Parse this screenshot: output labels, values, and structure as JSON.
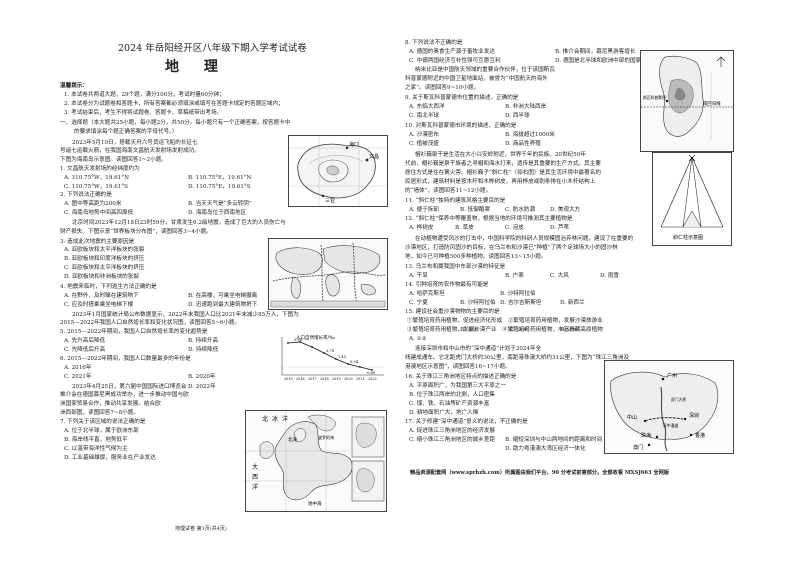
{
  "title": "2024 年岳阳经开区八年级下期入学考试试卷",
  "subject": "地 理",
  "left_lines": [
    "温馨提示：",
    "1. 本试卷共两道大题，29个题，满分100分，考试时量60分钟；",
    "2. 本试卷分为试题卷和答题卡，所有答案都必须填涂或填写在答题卡规定的答题区域内；",
    "3. 考试结束后，考生不得将试题卷、答题卡、草稿纸带出考场。",
    "一、选择题（本大题共25小题，每小题2分，共50分。每小题只有一个正确答案，按答题卡中",
    "的要求填涂每个题正确答案的字母代号。）",
    "2023年5月10日，搭载天舟六号货运飞船的长征七",
    "号遥七运载火箭，在我国海南文昌航天发射场发射成功。",
    "下图为海南岛示意图。读图回答1~2小题。",
    "1. 文昌航天发射场的经纬度约为",
    "A. 110.75°W，19.61°N",
    "C. 110.75°W，19.61°S",
    "2. 下列说法正确的是",
    "A. 图中等高距为200米",
    "C. 海南岛地势中间高四周低",
    "北京时间2023年12月18日23时59分，甘肃发生6.2级地震，造成了巨大的人员伤亡与",
    "财产损失。下图示意“世界板块分布图”，读图回答3~4小题。",
    "3. 造成此次地震的主要原因是",
    "A. 亚欧板块和太平洋板块的张裂",
    "B. 亚欧板块和印度洋板块的挤压",
    "C. 亚欧板块和太平洋板块的挤压",
    "D. 亚欧板块和非洲板块的张裂",
    "4. 地震来临时，下列逃生方法正确的是",
    "A. 在野外，及时躲在建筑物下",
    "C. 应及时搭乘乘坐电梯下楼",
    "2023年1月国家统计局公布数据显示，2022年末我国人口比2021年末减少85万人，下图为",
    "2015—2022年我国人口自然增长率和变化状况图，读图回答5~6小题。",
    "5. 2015—2022年期间，我国人口自然增长率的变化趋势是",
    "A. 先升高后降低",
    "C. 先降低后升高",
    "6. 2015—2022年期间，我国人口数量最多的年份是",
    "A. 2016年",
    "C. 2021年",
    "2023年4月25日，第六届中国国际进口博览会",
    "推介会在德国慕尼黑成功举办，进一步推动中国与欧",
    "洲国家贸易合作，推动共享发展。结合欧",
    "洲西部图，读图回答7~8小题。",
    "7. 下列关于该区域的说法正确的是",
    "A. 位于北半球，属于欧洲东部",
    "B. 海岸线平直，地势低平",
    "C. 以温带海洋性气候为主",
    "D. 工业基础雄厚，服务业在产业发达"
  ],
  "left_options_right": [
    "B. 110.75°E，19.61°N",
    "D. 110.75°E，19.61°S",
    "B. 当天天气是“多云转阴”",
    "D. 海南岛位于西南地区",
    "B. 在高楼，可乘坐电梯撤离",
    "D. 迅速跑到最大建筑物坍下",
    "B. 持续升高",
    "D. 持续降低",
    "B. 2020年",
    "D. 2022年"
  ],
  "right_lines": [
    "8. 下列说法不正确的是",
    "A. 德国的奥食生产源于畜牧业发达",
    "C. 中德两国经济互补性强可互惠互利",
    "纳米比亚是中国航天领域的重要合作伙伴，位于该国斯瓦",
    "科普蒙德附近的中国卫星地面站，被誉为“中国航天的海外",
    "之家”。读图回答9~10小题。",
    "9. 关于斯瓦科普蒙德市位置的描述，正确的是",
    "A. 东临大西洋",
    "C. 南北半球",
    "10. 对斯瓦科普蒙德市环境的描述，正确的是",
    "A. 沙漠密布",
    "C. 植被茂盛",
    "帽衫巍泉干是生活在大小兴安岭附近，世界千年的民族。20世纪50年",
    "代前，帽衫巍是泉干族者之寻帽和海水打来，遗传是其重要的生产方式。其主要",
    "居住方式是住在篝火旁。帽衫巍子“斜仁柱”（如右图）是其生活环境中最著名的",
    "民居形式，建筑材料是按木杆和木桦树皮，再用桦皮或刺条排在小木杆结构上",
    "的“墙体”。读图回答11~12小题。",
    "11. “斜仁柱”独特的建筑风格主要目的是",
    "A. 便于拆卸",
    "12. “斜仁柱”保养中等覆盖物，根据当地的环境可推测其主要植物是",
    "A. 桦树皮",
    "在动植物遭受风沙的打击中，中国科学院的科研人员规模固治弃林问题，建设了在重要的",
    "沙漠地区，打造防风固沙的目标，在乌兰布和沙漠已“种植”了两个足球场大小的固沙林",
    "地，如今已可种植500多种植物。读图回答13~15小题。",
    "13. 乌兰布和属我国中东部沙漠的特征是",
    "A. 干旱",
    "14. 引种培育的农作物最有可能是",
    "A. 哈萨克斯坦",
    "C. 宁夏",
    "15. 建设社会重沙漠物物的主要目的是",
    "①繁殖培育药用植物，促进经济化形成　②繁殖培育药用植物，发展沙漠旅游业",
    "③繁殖培育药用植物，发展沙漠产业　④繁殖培育药用植物，丰富青藏高原植物",
    "A. ①②",
    "连接深圳市和中山市的“深中通道”计划于2024年全",
    "线建成通车。它北距虎门大桥约30公里，南距港珠澳大桥约31公里，下图为“珠江三角洲及",
    "港澳地区示意图”，读图回答16~17小题。",
    "16. 关于珠江三角洲地区特点的描述正确的是",
    "A. 平原面积广，为我国第三大平原之一",
    "B. 位于珠江两岸的北侧，人口密集",
    "C. 煤、铁、石油等矿产资源丰富",
    "D. 耕地面积广大，地广人稀",
    "17. 关于修建“深中通道”意义的说法，不正确的是",
    "A. 促进珠江三角洲地区的经济发展",
    "C. 缩小珠江三角洲地区的城乡差距"
  ],
  "right_options_right": [
    "B. 推介会期间，慕尼黑游客增长",
    "D. 德国是北半球和欧洲中部的国家",
    "B. 非洲大陆西岸",
    "D. 西半球",
    "B. 海拔超过1000米",
    "D. 商品性养殖",
    "C. 防水防潮",
    "D. 美观大方",
    "C. 泡皮",
    "D. 芦苇",
    "B. 户寒",
    "C. 大风",
    "D. 雨雪",
    "B. 沙特阿拉伯",
    "D. 吉尔吉斯斯坦",
    "D. 新西兰",
    "B. ②③",
    "C. ③④",
    "D. ②④",
    "B. 缩短深圳与中山两地间的距离和时间",
    "D. 助力粤港澳大湾区经济一体化"
  ],
  "extra_inline": {
    "q11_b": "B. 抵御酷寒",
    "q12_b": "B. 草皮",
    "q14_b": "B. 沙特阿拉伯"
  },
  "footer_left": "地理试卷 第1页(共4页)",
  "footer_right": "精品资源配套网（www.sprhzh.com）所属图由我们平台，90 分考试前第部分。全部收看 MXSJ663 全网版",
  "fig_labels": {
    "hainan": [
      "文昌",
      "海口",
      "三亚"
    ],
    "pop_title": "人口自然增长率/‰",
    "pop_values": [
      "5.86",
      "3.78",
      "1.45",
      "0.34",
      "-0.60"
    ],
    "pop_years": [
      "2015",
      "2016",
      "2017",
      "2018",
      "2019",
      "2020",
      "2021",
      "2022"
    ],
    "europe": [
      "北",
      "冰",
      "洋",
      "大",
      "西",
      "洋",
      "波",
      "罗",
      "的",
      "海",
      "北海",
      "地中海"
    ],
    "namibia": [
      "南回归线",
      "斯瓦科普蒙德"
    ],
    "tent_caption": "斜仁柱示意图",
    "prd": [
      "广州",
      "中山",
      "深圳",
      "珠海",
      "澳门",
      "香港",
      "虎门大桥",
      "深中通道"
    ]
  }
}
